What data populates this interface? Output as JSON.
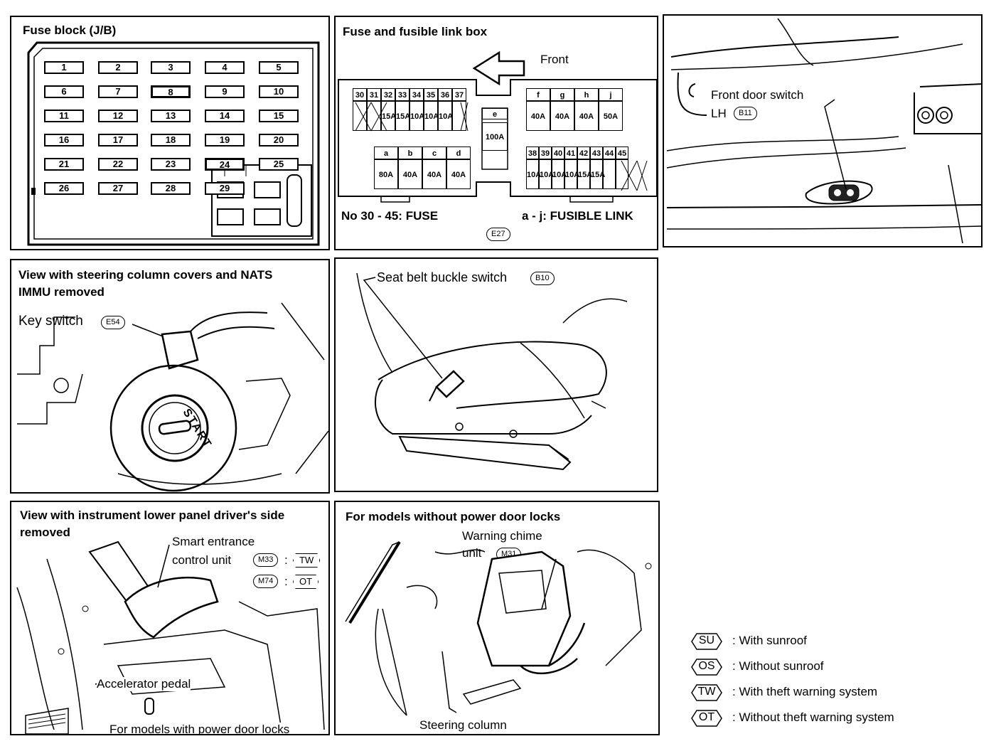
{
  "fuse_block": {
    "title": "Fuse block (J/B)",
    "fuses": [
      "1",
      "2",
      "3",
      "4",
      "5",
      "6",
      "7",
      "8",
      "9",
      "10",
      "11",
      "12",
      "13",
      "14",
      "15",
      "16",
      "17",
      "18",
      "19",
      "20",
      "21",
      "22",
      "23",
      "24",
      "25",
      "26",
      "27",
      "28",
      "29"
    ]
  },
  "fuse_box": {
    "title": "Fuse and fusible link box",
    "front_label": "Front",
    "row1_nums": [
      "30",
      "31",
      "32",
      "33",
      "34",
      "35",
      "36",
      "37"
    ],
    "row1_vals": [
      "",
      "",
      "15A",
      "15A",
      "10A",
      "10A",
      "10A",
      ""
    ],
    "link_e": {
      "num": "e",
      "val": "100A"
    },
    "links_fj": {
      "nums": [
        "f",
        "g",
        "h",
        "j"
      ],
      "vals": [
        "40A",
        "40A",
        "40A",
        "50A"
      ]
    },
    "links_ad": {
      "nums": [
        "a",
        "b",
        "c",
        "d"
      ],
      "vals": [
        "80A",
        "40A",
        "40A",
        "40A"
      ]
    },
    "row2_nums": [
      "38",
      "39",
      "40",
      "41",
      "42",
      "43",
      "44",
      "45"
    ],
    "row2_vals": [
      "10A",
      "10A",
      "10A",
      "10A",
      "15A",
      "15A",
      "",
      ""
    ],
    "fuse_note": "No 30 - 45:  FUSE",
    "link_note": "a - j:  FUSIBLE LINK",
    "connector": "E27"
  },
  "door_switch": {
    "label": "Front door switch",
    "side": "LH",
    "connector": "B11"
  },
  "key_switch": {
    "title_line1": "View with steering column covers and NATS",
    "title_line2": "IMMU removed",
    "label": "Key switch",
    "connector": "E54",
    "start_text": "START"
  },
  "seat_belt": {
    "label": "Seat belt buckle switch",
    "connector": "B10"
  },
  "smart_entrance": {
    "title_line1": "View with instrument lower panel driver's side",
    "title_line2": "removed",
    "unit_line1": "Smart entrance",
    "unit_line2": "control unit",
    "conn1": "M33",
    "code1": "TW",
    "conn2": "M74",
    "code2": "OT",
    "pedal": "Accelerator pedal",
    "footer": "For models with power door locks"
  },
  "warning_chime": {
    "title": "For models without power door locks",
    "label_line1": "Warning chime",
    "label_line2": "unit",
    "connector": "M31",
    "steering": "Steering column"
  },
  "legend": [
    {
      "code": "SU",
      "text": ": With sunroof"
    },
    {
      "code": "OS",
      "text": ": Without sunroof"
    },
    {
      "code": "TW",
      "text": ": With theft warning system"
    },
    {
      "code": "OT",
      "text": ": Without theft warning system"
    }
  ]
}
